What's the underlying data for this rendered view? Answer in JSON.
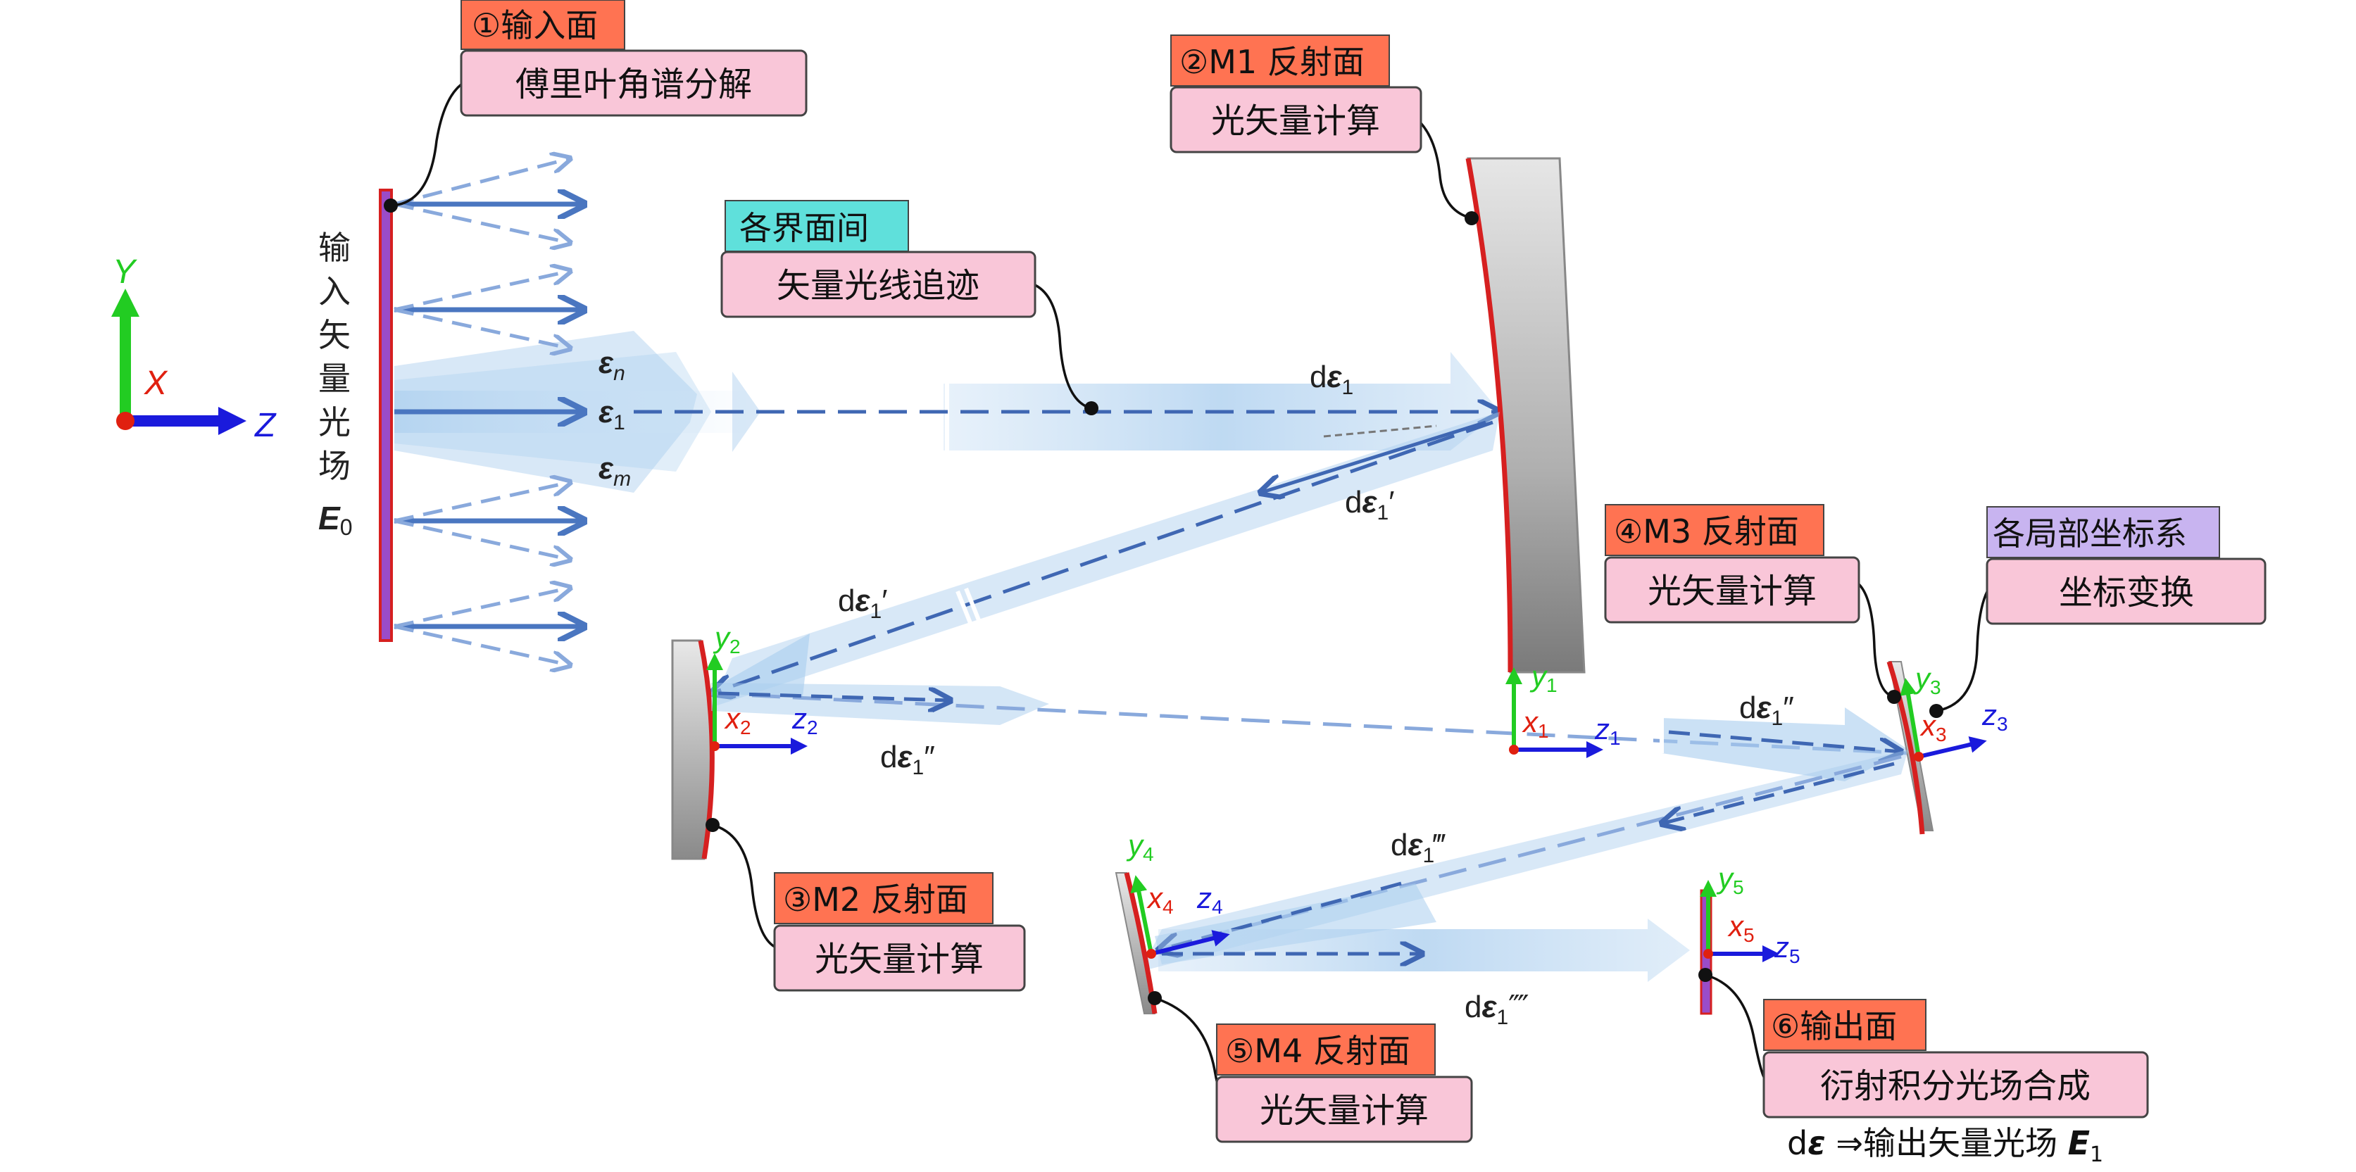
{
  "labels": {
    "input_plane": {
      "title": "①输入面",
      "desc": "傅里叶角谱分解"
    },
    "m1": {
      "title": "②M1 反射面",
      "desc": "光矢量计算"
    },
    "interfaces": {
      "title": "各界面间",
      "desc": "矢量光线追迹"
    },
    "m2": {
      "title": "③M2 反射面",
      "desc": "光矢量计算"
    },
    "m3": {
      "title": "④M3 反射面",
      "desc": "光矢量计算"
    },
    "local_coords": {
      "title": "各局部坐标系",
      "desc": "坐标变换"
    },
    "m4": {
      "title": "⑤M4 反射面",
      "desc": "光矢量计算"
    },
    "output_plane": {
      "title": "⑥输出面",
      "desc": "衍射积分光场合成"
    }
  },
  "input_field": {
    "chars": [
      "输",
      "入",
      "矢",
      "量",
      "光",
      "场"
    ],
    "symbol": "E",
    "sub": "0"
  },
  "output_formula": {
    "prefix": "d",
    "eps": "ε",
    "arrow": " ⇒输出矢量光场 ",
    "symbol": "E",
    "sub": "1"
  },
  "global_axes": {
    "y": "Y",
    "x": "X",
    "z": "Z"
  },
  "angular_spectrum": {
    "en": {
      "eps": "ε",
      "sub": "n"
    },
    "e1": {
      "eps": "ε",
      "sub": "1"
    },
    "em": {
      "eps": "ε",
      "sub": "m"
    }
  },
  "ray_labels": {
    "r0": {
      "d": "d",
      "eps": "ε",
      "sub": "1",
      "prime": ""
    },
    "r1a": {
      "d": "d",
      "eps": "ε",
      "sub": "1",
      "prime": "′"
    },
    "r1b": {
      "d": "d",
      "eps": "ε",
      "sub": "1",
      "prime": "′"
    },
    "r2": {
      "d": "d",
      "eps": "ε",
      "sub": "1",
      "prime": "″"
    },
    "r3a": {
      "d": "d",
      "eps": "ε",
      "sub": "1",
      "prime": "″"
    },
    "r3b": {
      "d": "d",
      "eps": "ε",
      "sub": "1",
      "prime": "‴"
    },
    "r4": {
      "d": "d",
      "eps": "ε",
      "sub": "1",
      "prime": "⁗"
    }
  },
  "local_axes": {
    "c1": {
      "y": "y",
      "x": "x",
      "z": "z",
      "sub": "1"
    },
    "c2": {
      "y": "y",
      "x": "x",
      "z": "z",
      "sub": "2"
    },
    "c3": {
      "y": "y",
      "x": "x",
      "z": "z",
      "sub": "3"
    },
    "c4": {
      "y": "y",
      "x": "x",
      "z": "z",
      "sub": "4"
    },
    "c5": {
      "y": "y",
      "x": "x",
      "z": "z",
      "sub": "5"
    }
  },
  "colors": {
    "title_fill": "#ff7352",
    "desc_fill": "#f9c6d8",
    "cyan_fill": "#5fe0db",
    "purple_fill": "#c8b4f0",
    "beam_blue": "#4a76c0",
    "axis_green": "#22cc22",
    "axis_red": "#e02010",
    "axis_blue": "#1a1adc",
    "mirror_red": "#d62020",
    "plane_purple": "#9a4cc8"
  }
}
